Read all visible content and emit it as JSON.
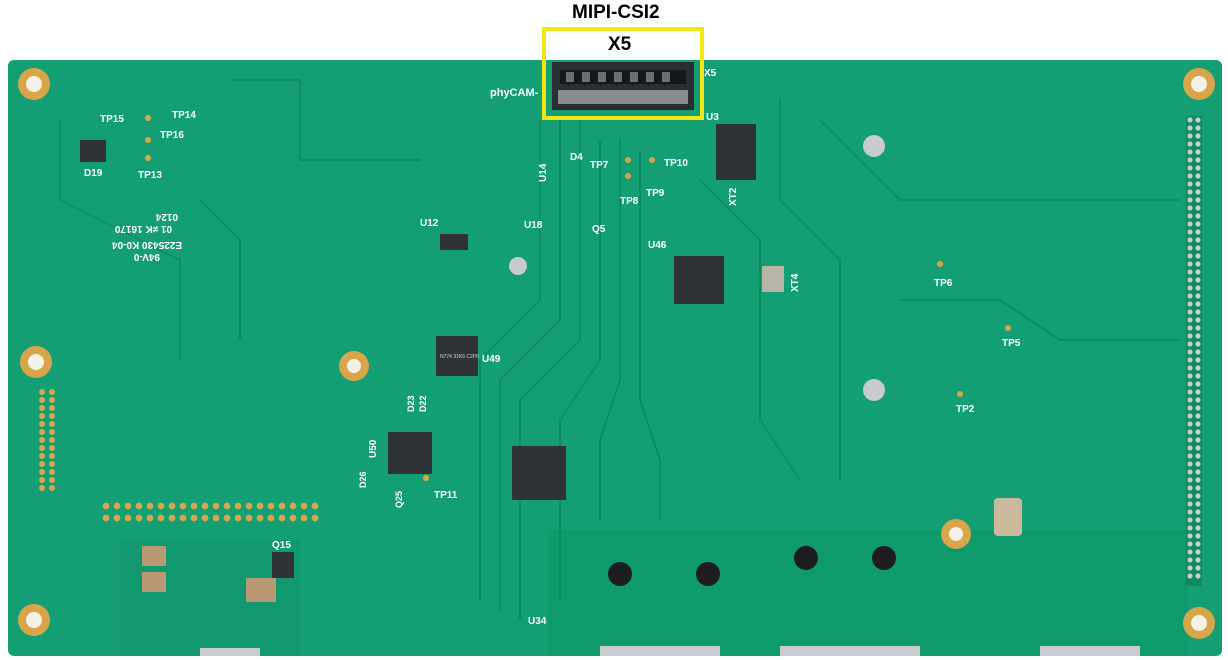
{
  "header": {
    "interface": "MIPI-CSI2",
    "connector": "X5"
  },
  "colors": {
    "pcb": "#139e74",
    "pcb_dark": "#0f8a63",
    "copper": "#d9a54a",
    "highlight": "#f2e614",
    "chip": "#2f3338"
  },
  "silkscreen": {
    "x5": "X5",
    "phycam": "phyCAM-",
    "u3": "U3",
    "tp15": "TP15",
    "tp14": "TP14",
    "tp16": "TP16",
    "tp13": "TP13",
    "d19": "D19",
    "d4": "D4",
    "tp7": "TP7",
    "tp10": "TP10",
    "tp8": "TP8",
    "tp9": "TP9",
    "xt2": "XT2",
    "u14": "U14",
    "u18": "U18",
    "q5": "Q5",
    "u12": "U12",
    "u46": "U46",
    "xt4": "XT4",
    "tp6": "TP6",
    "tp5": "TP5",
    "tp2": "TP2",
    "u49": "U49",
    "d23": "D23",
    "d22": "D22",
    "u50": "U50",
    "d26": "D26",
    "q25": "Q25",
    "tp11": "TP11",
    "q15": "Q15",
    "u34": "U34",
    "chip_u49": "N774 31K6 C2P6",
    "mirror_1": "01 ≠K 16170",
    "mirror_2": "0124",
    "mirror_3": "E225430 K0-04",
    "mirror_4": "94V-0"
  }
}
